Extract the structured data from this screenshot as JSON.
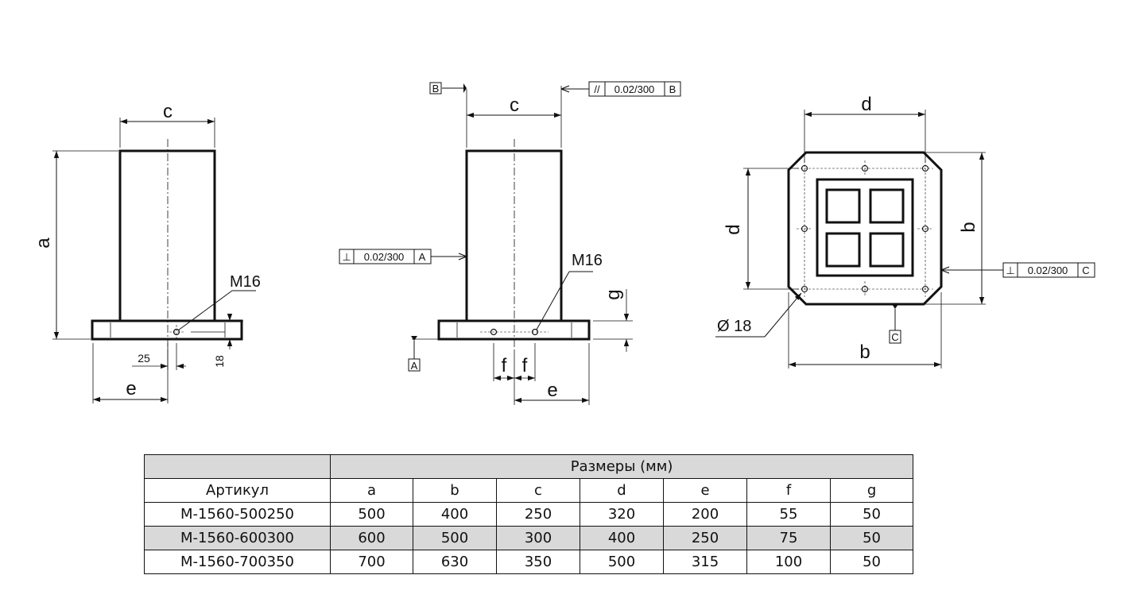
{
  "drawing": {
    "side_view": {
      "width_label": "c",
      "height_label": "a",
      "thread_label": "M16",
      "offset_label": "25",
      "flange_label": "18",
      "edge_label": "e"
    },
    "front_view": {
      "width_label": "c",
      "thread_label": "M16",
      "spacing_label_1": "f",
      "spacing_label_2": "f",
      "edge_label": "e",
      "flange_label": "g",
      "datum_a": "A",
      "datum_b": "B",
      "parallel_tol": {
        "symbol": "//",
        "value": "0.02/300",
        "datum": "B"
      },
      "perp_tol": {
        "symbol": "⊥",
        "value": "0.02/300",
        "datum": "A"
      }
    },
    "top_view": {
      "top_label": "d",
      "left_label": "d",
      "right_label": "b",
      "bottom_label": "b",
      "hole_label": "Ø 18",
      "datum_c": "C",
      "perp_tol": {
        "symbol": "⊥",
        "value": "0.02/300",
        "datum": "C"
      }
    }
  },
  "table": {
    "header_group": "Размеры (мм)",
    "columns": [
      "Артикул",
      "a",
      "b",
      "c",
      "d",
      "e",
      "f",
      "g"
    ],
    "rows": [
      [
        "M-1560-500250",
        "500",
        "400",
        "250",
        "320",
        "200",
        "55",
        "50"
      ],
      [
        "M-1560-600300",
        "600",
        "500",
        "300",
        "400",
        "250",
        "75",
        "50"
      ],
      [
        "M-1560-700350",
        "700",
        "630",
        "350",
        "500",
        "315",
        "100",
        "50"
      ]
    ]
  }
}
